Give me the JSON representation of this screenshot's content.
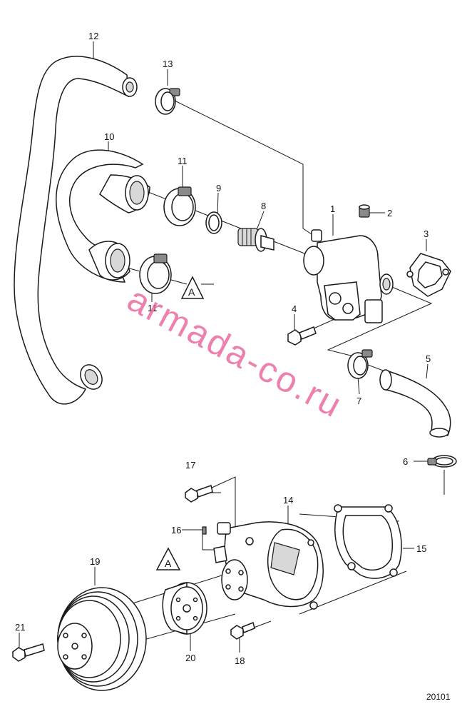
{
  "callouts": {
    "n1": "1",
    "n2": "2",
    "n3": "3",
    "n4": "4",
    "n5": "5",
    "n6": "6",
    "n7": "7",
    "n8": "8",
    "n9": "9",
    "n10": "10",
    "n11a": "11",
    "n11b": "11",
    "n12": "12",
    "n13": "13",
    "n14": "14",
    "n15": "15",
    "n16": "16",
    "n17": "17",
    "n18": "18",
    "n19": "19",
    "n20": "20",
    "n21": "21"
  },
  "reference_markers": {
    "a_upper": "A",
    "a_lower": "A"
  },
  "watermark": "armada-co.ru",
  "figure_number": "20101",
  "colors": {
    "line": "#1a1a1a",
    "watermark": "#e8609a",
    "background": "#ffffff"
  }
}
